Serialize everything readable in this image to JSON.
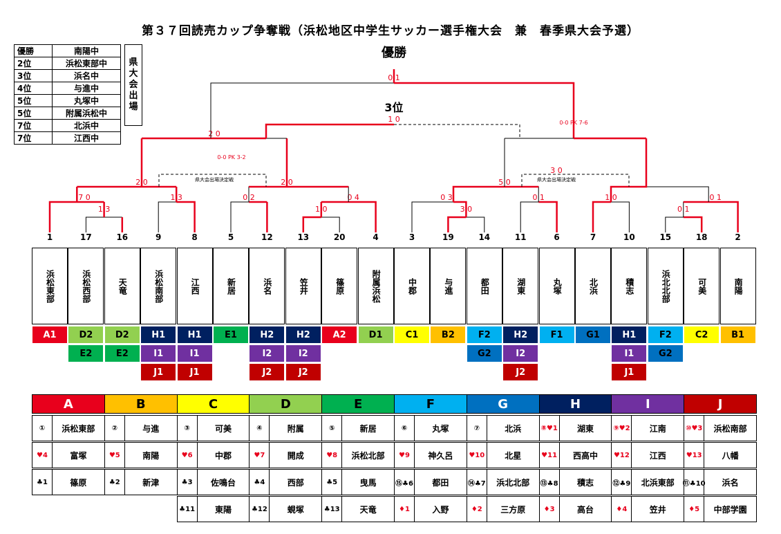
{
  "title": "第３７回読売カップ争奪戦（浜松地区中学生サッカー選手権大会　兼　春季県大会予選）",
  "champion_label": "優勝",
  "third_label": "3位",
  "kentaikai_label": "県大会出場",
  "final_score": "0 1",
  "third_score": "1 0",
  "pk_note": "0-0 PK 3-2",
  "pk_note_right": "0-0 PK 7-6",
  "playoff_note": "県大会出場決定戦",
  "rankings": [
    {
      "pos": "優勝",
      "team": "南陽中"
    },
    {
      "pos": "2位",
      "team": "浜松東部中"
    },
    {
      "pos": "3位",
      "team": "浜名中"
    },
    {
      "pos": "4位",
      "team": "与進中"
    },
    {
      "pos": "5位",
      "team": "丸塚中"
    },
    {
      "pos": "5位",
      "team": "附属浜松中"
    },
    {
      "pos": "7位",
      "team": "北浜中"
    },
    {
      "pos": "7位",
      "team": "江西中"
    }
  ],
  "scores": {
    "l_sf": "2 0",
    "l_qf1": "2 0",
    "l_qf2": "2 0",
    "l_r1a": "7 0",
    "l_r1b": "1 3",
    "l_r1c": "1 3",
    "l_r1d": "0 2",
    "l_r1e": "0 4",
    "l_r1f": "1 0",
    "r_qf1": "5 0",
    "r_qf2": "3 0",
    "r_r1a": "0 3",
    "r_r1b": "3 0",
    "r_r1c": "0 1",
    "r_r1d": "1 0",
    "r_r1e": "0 1",
    "r_r1f": "0 1"
  },
  "teams": [
    {
      "seed": "1",
      "name": "浜松東部",
      "groups": [
        {
          "g": "A1",
          "c": "#e8001c",
          "t": "#fff"
        }
      ]
    },
    {
      "seed": "17",
      "name": "浜松西部",
      "groups": [
        {
          "g": "D2",
          "c": "#92d050",
          "t": "#000"
        },
        {
          "g": "E2",
          "c": "#00b050",
          "t": "#000"
        }
      ]
    },
    {
      "seed": "16",
      "name": "天竜",
      "groups": [
        {
          "g": "D2",
          "c": "#92d050",
          "t": "#000"
        },
        {
          "g": "E2",
          "c": "#00b050",
          "t": "#000"
        }
      ]
    },
    {
      "seed": "9",
      "name": "浜松南部",
      "groups": [
        {
          "g": "H1",
          "c": "#002060",
          "t": "#fff"
        },
        {
          "g": "I1",
          "c": "#7030a0",
          "t": "#fff"
        },
        {
          "g": "J1",
          "c": "#c00000",
          "t": "#fff"
        }
      ]
    },
    {
      "seed": "8",
      "name": "江西",
      "groups": [
        {
          "g": "H1",
          "c": "#002060",
          "t": "#fff"
        },
        {
          "g": "I1",
          "c": "#7030a0",
          "t": "#fff"
        },
        {
          "g": "J1",
          "c": "#c00000",
          "t": "#fff"
        }
      ]
    },
    {
      "seed": "5",
      "name": "新居",
      "groups": [
        {
          "g": "E1",
          "c": "#00b050",
          "t": "#000"
        }
      ]
    },
    {
      "seed": "12",
      "name": "浜名",
      "groups": [
        {
          "g": "H2",
          "c": "#002060",
          "t": "#fff"
        },
        {
          "g": "I2",
          "c": "#7030a0",
          "t": "#fff"
        },
        {
          "g": "J2",
          "c": "#c00000",
          "t": "#fff"
        }
      ]
    },
    {
      "seed": "13",
      "name": "笠井",
      "groups": [
        {
          "g": "H2",
          "c": "#002060",
          "t": "#fff"
        },
        {
          "g": "I2",
          "c": "#7030a0",
          "t": "#fff"
        },
        {
          "g": "J2",
          "c": "#c00000",
          "t": "#fff"
        }
      ]
    },
    {
      "seed": "20",
      "name": "篠原",
      "groups": [
        {
          "g": "A2",
          "c": "#e8001c",
          "t": "#fff"
        }
      ]
    },
    {
      "seed": "4",
      "name": "附属浜松",
      "groups": [
        {
          "g": "D1",
          "c": "#92d050",
          "t": "#000"
        }
      ]
    },
    {
      "seed": "3",
      "name": "中郡",
      "groups": [
        {
          "g": "C1",
          "c": "#ffff00",
          "t": "#000"
        }
      ]
    },
    {
      "seed": "19",
      "name": "与進",
      "groups": [
        {
          "g": "B2",
          "c": "#ffc000",
          "t": "#000"
        }
      ]
    },
    {
      "seed": "14",
      "name": "都田",
      "groups": [
        {
          "g": "F2",
          "c": "#00b0f0",
          "t": "#000"
        },
        {
          "g": "G2",
          "c": "#0070c0",
          "t": "#000"
        }
      ]
    },
    {
      "seed": "11",
      "name": "湖東",
      "groups": [
        {
          "g": "H2",
          "c": "#002060",
          "t": "#fff"
        },
        {
          "g": "I2",
          "c": "#7030a0",
          "t": "#fff"
        },
        {
          "g": "J2",
          "c": "#c00000",
          "t": "#fff"
        }
      ]
    },
    {
      "seed": "6",
      "name": "丸塚",
      "groups": [
        {
          "g": "F1",
          "c": "#00b0f0",
          "t": "#000"
        }
      ]
    },
    {
      "seed": "7",
      "name": "北浜",
      "groups": [
        {
          "g": "G1",
          "c": "#0070c0",
          "t": "#000"
        }
      ]
    },
    {
      "seed": "10",
      "name": "積志",
      "groups": [
        {
          "g": "H1",
          "c": "#002060",
          "t": "#fff"
        },
        {
          "g": "I1",
          "c": "#7030a0",
          "t": "#fff"
        },
        {
          "g": "J1",
          "c": "#c00000",
          "t": "#fff"
        }
      ]
    },
    {
      "seed": "15",
      "name": "浜北北部",
      "groups": [
        {
          "g": "F2",
          "c": "#00b0f0",
          "t": "#000"
        },
        {
          "g": "G2",
          "c": "#0070c0",
          "t": "#000"
        }
      ]
    },
    {
      "seed": "18",
      "name": "可美",
      "groups": [
        {
          "g": "C2",
          "c": "#ffff00",
          "t": "#000"
        }
      ]
    },
    {
      "seed": "2",
      "name": "南陽",
      "groups": [
        {
          "g": "B1",
          "c": "#ffc000",
          "t": "#000"
        }
      ]
    }
  ],
  "group_table": {
    "headers": [
      {
        "g": "A",
        "c": "#e8001c"
      },
      {
        "g": "B",
        "c": "#ffc000"
      },
      {
        "g": "C",
        "c": "#ffff00"
      },
      {
        "g": "D",
        "c": "#92d050"
      },
      {
        "g": "E",
        "c": "#00b050"
      },
      {
        "g": "F",
        "c": "#00b0f0"
      },
      {
        "g": "G",
        "c": "#0070c0"
      },
      {
        "g": "H",
        "c": "#002060"
      },
      {
        "g": "I",
        "c": "#7030a0"
      },
      {
        "g": "J",
        "c": "#c00000"
      }
    ],
    "rows": [
      [
        [
          "①",
          "浜松東部"
        ],
        [
          "②",
          "与進"
        ],
        [
          "③",
          "可美"
        ],
        [
          "④",
          "附属"
        ],
        [
          "⑤",
          "新居"
        ],
        [
          "⑥",
          "丸塚"
        ],
        [
          "⑦",
          "北浜"
        ],
        [
          "⑧♥1",
          "湖東"
        ],
        [
          "⑨♥2",
          "江南"
        ],
        [
          "⑩♥3",
          "浜松南部"
        ]
      ],
      [
        [
          "♥4",
          "富塚"
        ],
        [
          "♥5",
          "南陽"
        ],
        [
          "♥6",
          "中郡"
        ],
        [
          "♥7",
          "開成"
        ],
        [
          "♥8",
          "浜松北部"
        ],
        [
          "♥9",
          "神久呂"
        ],
        [
          "♥10",
          "北星"
        ],
        [
          "♥11",
          "西高中"
        ],
        [
          "♥12",
          "江西"
        ],
        [
          "♥13",
          "八幡"
        ]
      ],
      [
        [
          "♣1",
          "篠原"
        ],
        [
          "♣2",
          "新津"
        ],
        [
          "♣3",
          "佐鳴台"
        ],
        [
          "♣4",
          "西部"
        ],
        [
          "♣5",
          "曳馬"
        ],
        [
          "⑮♣6",
          "都田"
        ],
        [
          "⑭♣7",
          "浜北北部"
        ],
        [
          "⑬♣8",
          "積志"
        ],
        [
          "⑫♣9",
          "北浜東部"
        ],
        [
          "⑪♣10",
          "浜名"
        ]
      ],
      [
        null,
        null,
        [
          "♣11",
          "東陽"
        ],
        [
          "♣12",
          "蜆塚"
        ],
        [
          "♣13",
          "天竜"
        ],
        [
          "♦1",
          "入野"
        ],
        [
          "♦2",
          "三方原"
        ],
        [
          "♦3",
          "高台"
        ],
        [
          "♦4",
          "笠井"
        ],
        [
          "♦5",
          "中部学園"
        ]
      ]
    ]
  }
}
